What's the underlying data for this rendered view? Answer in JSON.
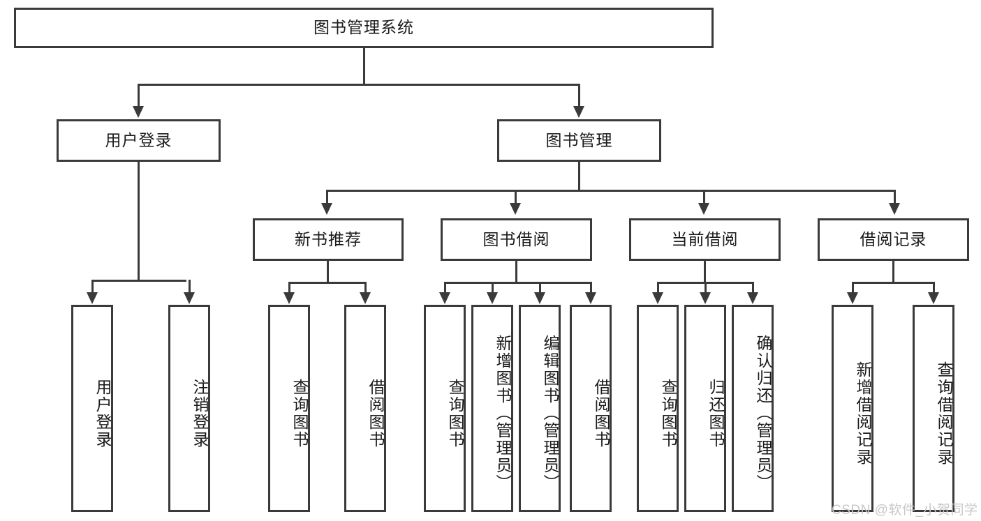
{
  "diagram": {
    "title": "图书管理系统",
    "type": "hierarchy-tree",
    "root": {
      "label": "图书管理系统"
    },
    "level2": [
      {
        "label": "用户登录"
      },
      {
        "label": "图书管理"
      }
    ],
    "level3": [
      {
        "label": "新书推荐"
      },
      {
        "label": "图书借阅"
      },
      {
        "label": "当前借阅"
      },
      {
        "label": "借阅记录"
      }
    ],
    "leaves": {
      "user_login": [
        {
          "label": "用户登录"
        },
        {
          "label": "注销登录"
        }
      ],
      "new_book_recommend": [
        {
          "label": "查询图书"
        },
        {
          "label": "借阅图书"
        }
      ],
      "book_borrow": [
        {
          "label": "查询图书"
        },
        {
          "label": "新增图书（管理员）"
        },
        {
          "label": "编辑图书（管理员）"
        },
        {
          "label": "借阅图书"
        }
      ],
      "current_borrow": [
        {
          "label": "查询图书"
        },
        {
          "label": "归还图书"
        },
        {
          "label": "确认归还（管理员）"
        }
      ],
      "borrow_record": [
        {
          "label": "新增借阅记录"
        },
        {
          "label": "查询借阅记录"
        }
      ]
    },
    "colors": {
      "stroke": "#3a3a3a",
      "fill": "#ffffff",
      "text": "#1a1a1a",
      "watermark": "#c8c8c8"
    }
  },
  "watermark": {
    "text": "CSDN @软件_小贺同学"
  }
}
